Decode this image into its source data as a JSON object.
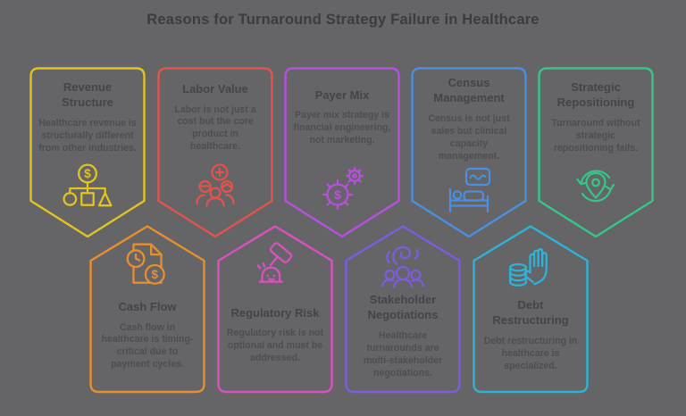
{
  "header": {
    "title": "Reasons for Turnaround Strategy Failure in Healthcare"
  },
  "colors": {
    "background": "#656567",
    "title_text": "#3a3c3e",
    "card_title_text": "#434547",
    "card_body_text": "#4c4e51"
  },
  "cards": [
    {
      "title": "Revenue Structure",
      "body": "Healthcare revenue is structurally different from other industries.",
      "color": "#e2c31f",
      "icon": "org-chart-dollar-icon",
      "row": "top"
    },
    {
      "title": "Labor Value",
      "body": "Labor is not just a cost but the core product in healthcare.",
      "color": "#e4524d",
      "icon": "team-plus-icon",
      "row": "top"
    },
    {
      "title": "Payer Mix",
      "body": "Payer mix strategy is financial engineering, not marketing.",
      "color": "#b94fe0",
      "icon": "gears-dollar-icon",
      "row": "top"
    },
    {
      "title": "Census Management",
      "body": "Census is not just sales but clinical capacity management.",
      "color": "#4a8fe0",
      "icon": "patient-bed-icon",
      "row": "top"
    },
    {
      "title": "Strategic Repositioning",
      "body": "Turnaround without strategic repositioning fails.",
      "color": "#36c689",
      "icon": "reposition-pin-icon",
      "row": "top"
    },
    {
      "title": "Cash Flow",
      "body": "Cash flow in healthcare is timing-critical due to payment cycles.",
      "color": "#e78f2e",
      "icon": "invoice-clock-dollar-icon",
      "row": "bottom"
    },
    {
      "title": "Regulatory Risk",
      "body": "Regulatory risk is not optional and must be addressed.",
      "color": "#dd4fc0",
      "icon": "gavel-compliance-icon",
      "row": "bottom"
    },
    {
      "title": "Stakeholder Negotiations",
      "body": "Healthcare turnarounds are multi-stakeholder negotiations.",
      "color": "#7e5ce0",
      "icon": "stakeholders-discussion-icon",
      "row": "bottom"
    },
    {
      "title": "Debt Restructuring",
      "body": "Debt restructuring in healthcare is specialized.",
      "color": "#2eb3d8",
      "icon": "hand-coins-icon",
      "row": "bottom"
    }
  ]
}
